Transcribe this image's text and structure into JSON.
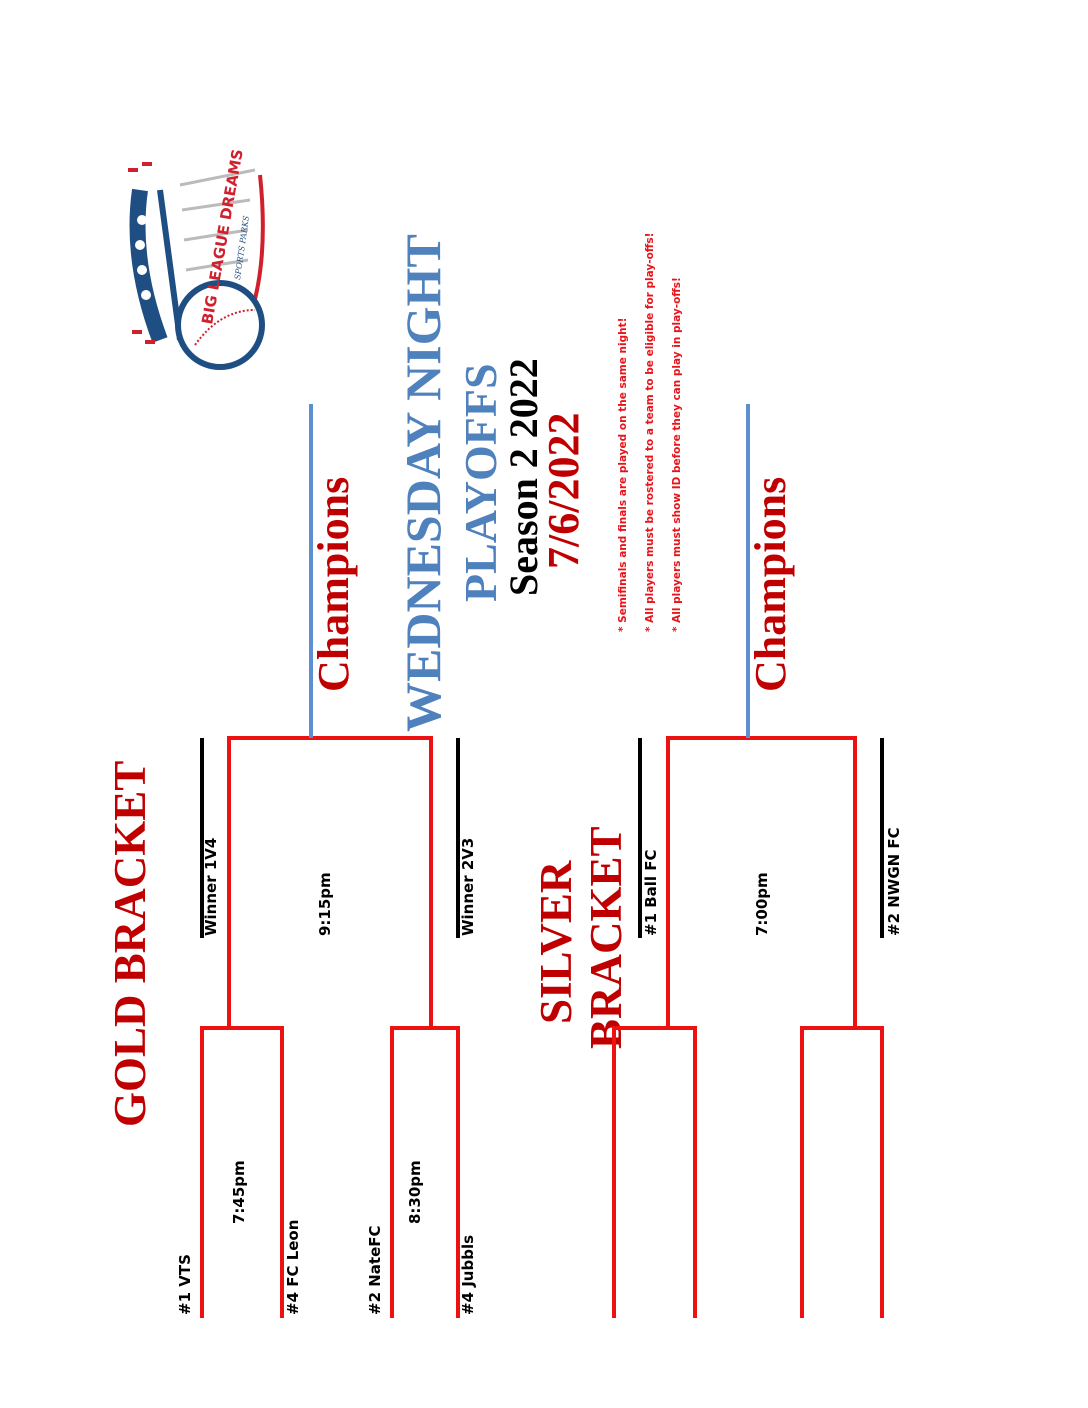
{
  "logo": {
    "name": "BIG LEAGUE DREAMS",
    "tagline": "SPORTS PARKS"
  },
  "title": {
    "line1": "WEDNESDAY NIGHT",
    "line2": "PLAYOFFS",
    "season": "Season 2 2022",
    "date": "7/6/2022"
  },
  "notes": [
    "*  Semifinals and finals are played on the same night!",
    "*  All players must be rostered to a team to be eligible for play-offs!",
    "*  All players must show ID before they can play in play-offs!"
  ],
  "gold": {
    "heading": "GOLD BRACKET",
    "champions": "Champions",
    "round1": [
      {
        "team_a": "#1 VTS",
        "team_b": "#4 FC Leon",
        "time": "7:45pm"
      },
      {
        "team_a": "#2 NateFC",
        "team_b": "#4 Jubbls",
        "time": "8:30pm"
      }
    ],
    "final": {
      "team_a": "Winner 1V4",
      "team_b": "Winner 2V3",
      "time": "9:15pm"
    }
  },
  "silver": {
    "heading_line1": "SILVER",
    "heading_line2": "BRACKET",
    "champions": "Champions",
    "final": {
      "team_a": "#1 Ball FC",
      "team_b": "#2 NWGN FC",
      "time": "7:00pm"
    }
  },
  "colors": {
    "red": "#ee1111",
    "title_red": "#c00000",
    "blue": "#4f81bd",
    "line_blue": "#5b8fcf"
  }
}
